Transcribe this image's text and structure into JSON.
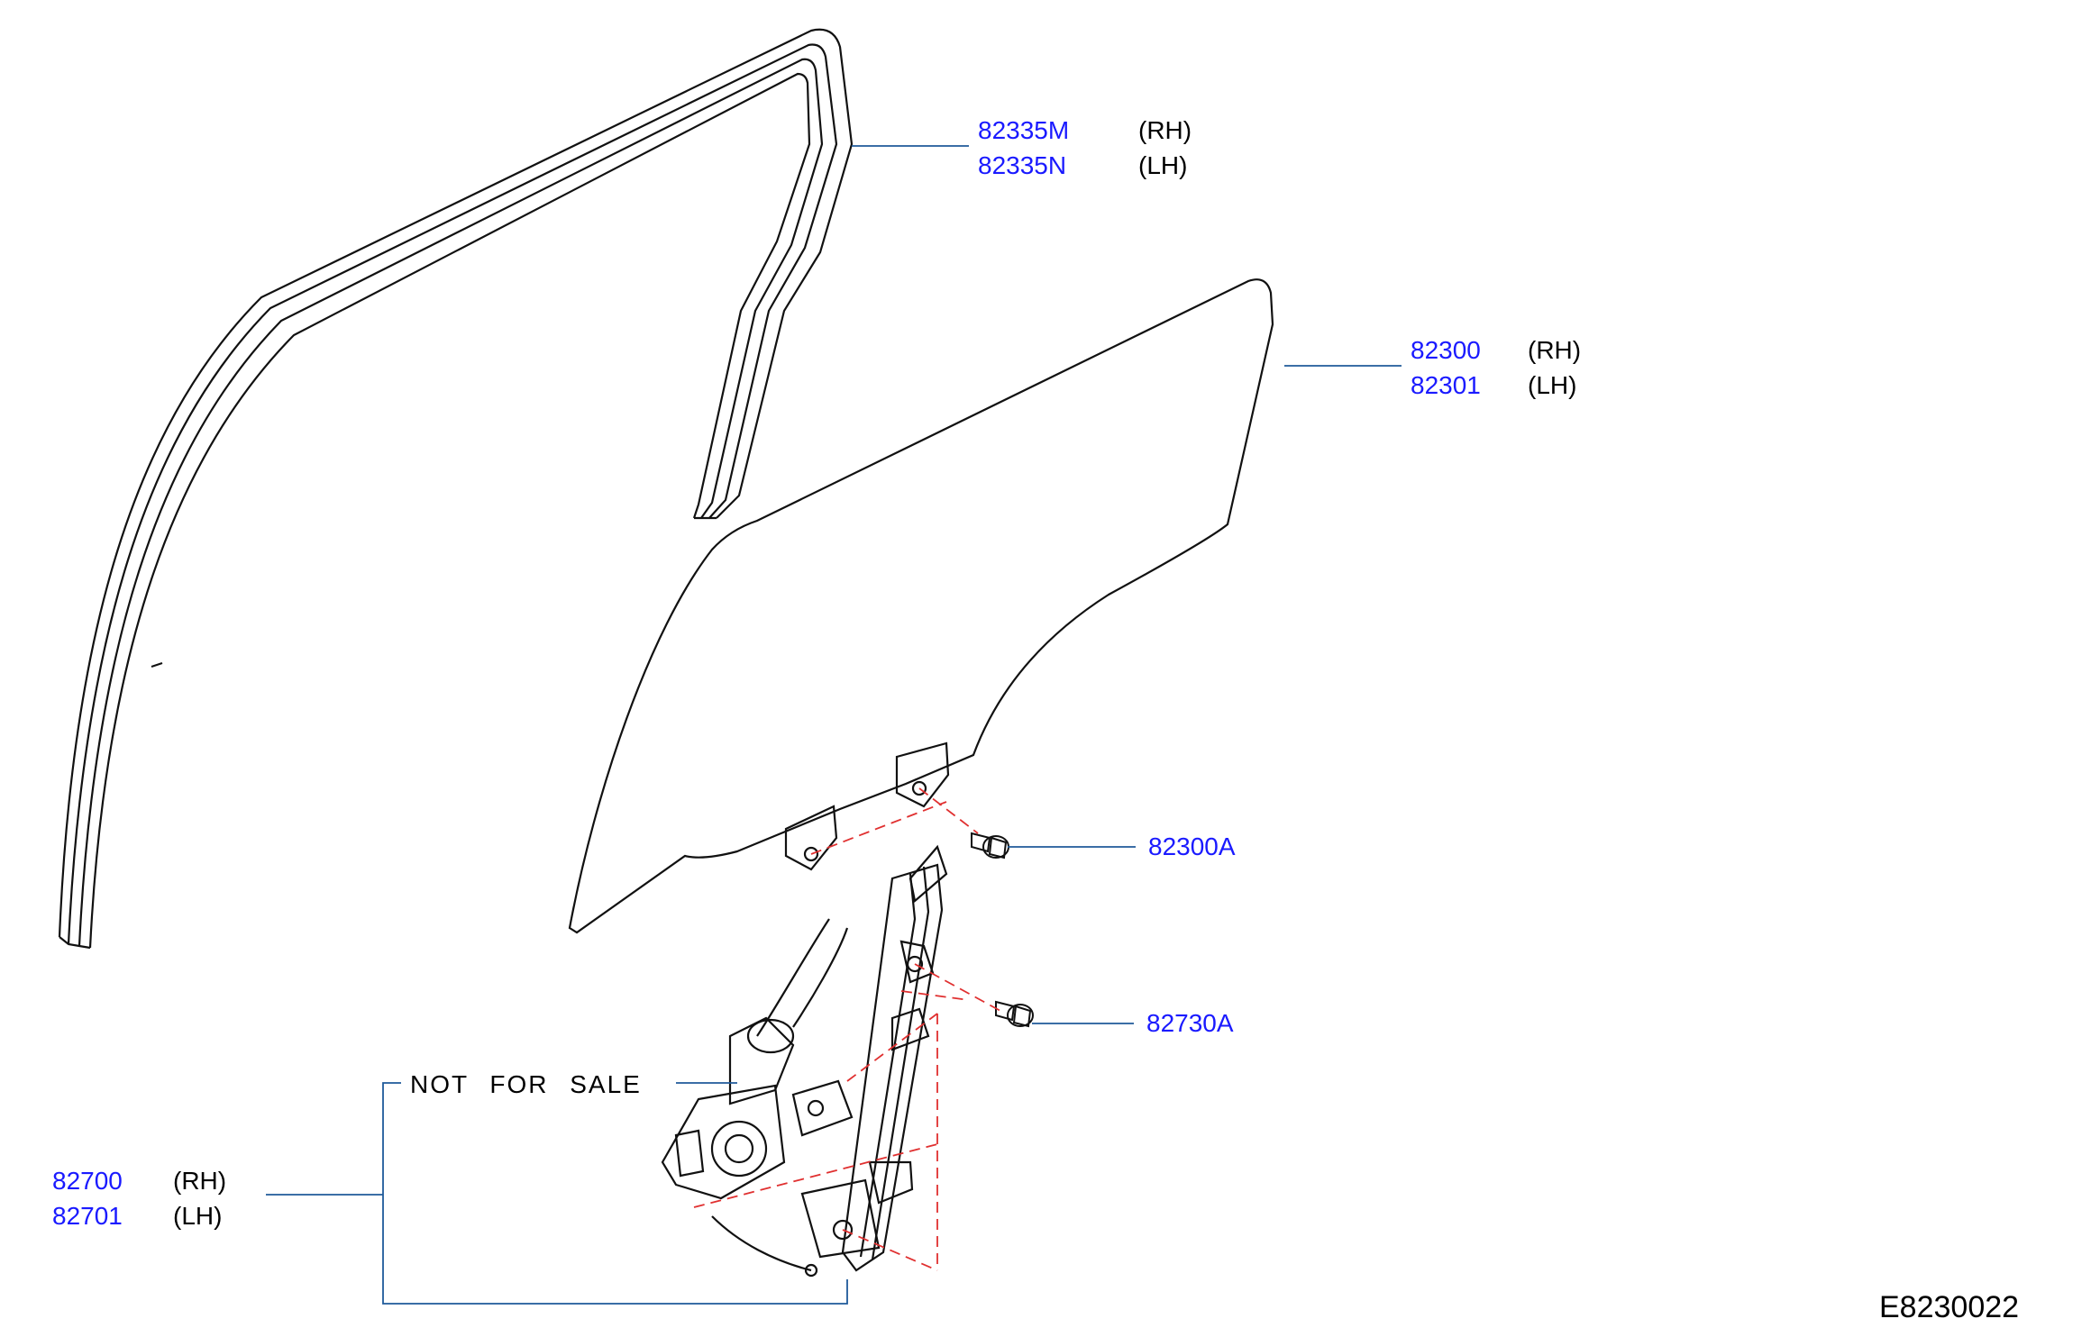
{
  "diagram": {
    "callouts": [
      {
        "part": "82335M",
        "side": "(RH)"
      },
      {
        "part": "82335N",
        "side": "(LH)"
      },
      {
        "part": "82300",
        "side": "(RH)"
      },
      {
        "part": "82301",
        "side": "(LH)"
      },
      {
        "part": "82300A",
        "side": ""
      },
      {
        "part": "82730A",
        "side": ""
      },
      {
        "part": "82700",
        "side": "(RH)"
      },
      {
        "part": "82701",
        "side": "(LH)"
      }
    ],
    "note": "NOT FOR SALE",
    "code": "E8230022"
  },
  "colors": {
    "part_link": "#1a1aff",
    "leader": "#1f5a9a",
    "dashed": "#e03030",
    "outline": "#111111"
  }
}
